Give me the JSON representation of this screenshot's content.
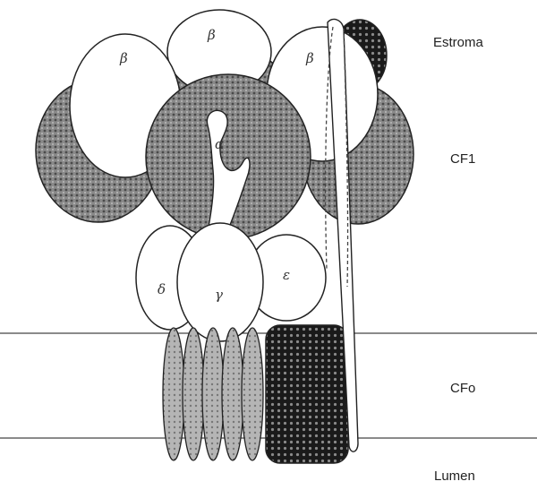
{
  "regions": {
    "stroma": "Estroma",
    "cf1": "CF1",
    "cfo": "CFo",
    "lumen": "Lumen"
  },
  "subunits": {
    "beta_left": "β",
    "beta_top": "β",
    "beta_right": "β",
    "alpha": "α",
    "delta": "δ",
    "gamma": "γ",
    "epsilon": "ε"
  },
  "colors": {
    "membrane_line": "#444444",
    "alpha_fill": "#6f6f6f",
    "c_ring_fill": "#a8a8a8",
    "a_subunit_fill": "#1c1c1c",
    "white_subunit": "#ffffff",
    "outline": "#222222"
  }
}
